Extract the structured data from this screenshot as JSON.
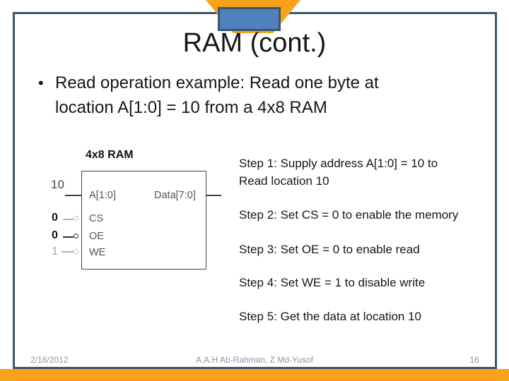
{
  "slide": {
    "title": "RAM (cont.)",
    "bullet": "Read operation example: Read one byte at location A[1:0] = 10 from a 4x8 RAM"
  },
  "diagram": {
    "label": "4x8 RAM",
    "address_value": "10",
    "address_port": "A[1:0]",
    "data_port": "Data[7:0]",
    "controls": [
      {
        "value": "0",
        "name": "CS",
        "state": "inactive"
      },
      {
        "value": "0",
        "name": "OE",
        "state": "active"
      },
      {
        "value": "1",
        "name": "WE",
        "state": "inactive"
      }
    ]
  },
  "steps": [
    "Step 1: Supply address A[1:0] = 10 to Read location 10",
    "Step 2: Set CS = 0 to enable the memory",
    "Step 3: Set OE = 0 to enable read",
    "Step 4: Set WE = 1 to disable write",
    "Step 5: Get the data at location 10"
  ],
  "footer": {
    "date": "2/18/2012",
    "authors": "A.A.H Ab-Rahman, Z Md-Yusof",
    "page": "16"
  },
  "colors": {
    "accent_orange": "#F7A21A",
    "accent_blue": "#4F81BD",
    "frame_border": "#3D546C",
    "footer_text": "#8C96A0"
  }
}
